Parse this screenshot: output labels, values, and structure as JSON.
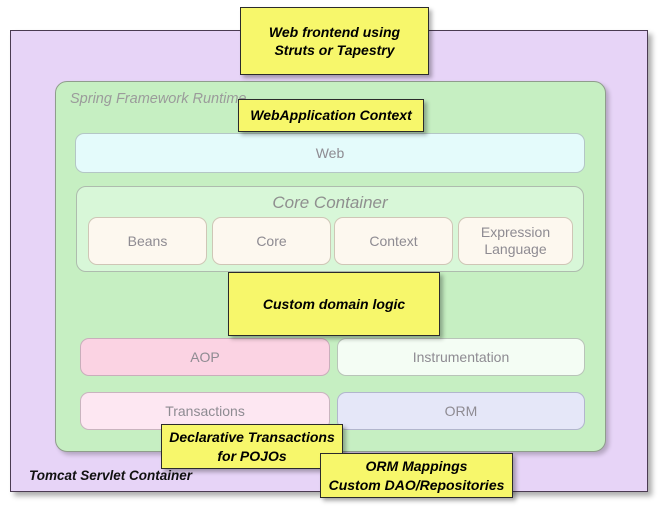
{
  "diagram": {
    "title": "Spring Framework Runtime architecture within Tomcat Servlet Container",
    "outer": {
      "label": "Tomcat Servlet Container",
      "color": "#e7d4f7"
    },
    "spring": {
      "label": "Spring Framework Runtime",
      "color": "#c6efc2"
    },
    "core_container": {
      "label": "Core Container",
      "color": "#d8f7d8",
      "modules": [
        {
          "label": "Beans",
          "color": "#fdf8ef"
        },
        {
          "label": "Core",
          "color": "#fdf8ef"
        },
        {
          "label": "Context",
          "color": "#fdf8ef"
        },
        {
          "label": "Expression\nLanguage",
          "line1": "Expression",
          "line2": "Language",
          "color": "#fdf8ef"
        }
      ]
    },
    "modules": [
      {
        "label": "Web",
        "color": "#e4fbfb"
      },
      {
        "label": "AOP",
        "color": "#fbd3e3"
      },
      {
        "label": "Instrumentation",
        "color": "#f4fdf4"
      },
      {
        "label": "Transactions",
        "color": "#fde7f2"
      },
      {
        "label": "ORM",
        "color": "#e5e7f8"
      }
    ],
    "callouts": [
      {
        "line1": "Web frontend  using",
        "line2": "Struts or Tapestry",
        "color": "#f7f76b"
      },
      {
        "line1": "WebApplication Context",
        "line2": "",
        "color": "#f7f76b"
      },
      {
        "line1": "Custom domain logic",
        "line2": "",
        "color": "#f7f76b"
      },
      {
        "line1": "Declarative Transactions",
        "line2": "for POJOs",
        "color": "#f7f76b"
      },
      {
        "line1": "ORM Mappings",
        "line2": "Custom DAO/Repositories",
        "color": "#f7f76b"
      }
    ]
  }
}
